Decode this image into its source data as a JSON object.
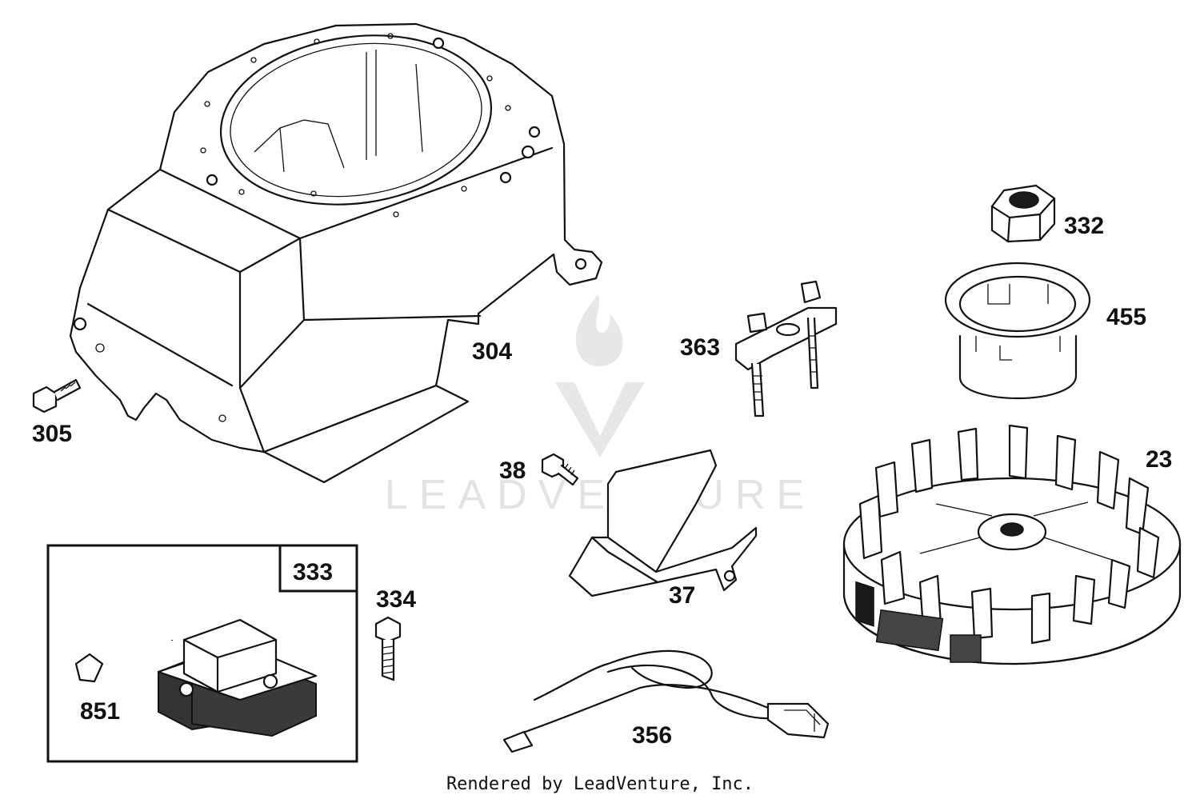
{
  "diagram": {
    "parts": [
      {
        "id": "p304",
        "label": "304"
      },
      {
        "id": "p305",
        "label": "305"
      },
      {
        "id": "p332",
        "label": "332"
      },
      {
        "id": "p455",
        "label": "455"
      },
      {
        "id": "p363",
        "label": "363"
      },
      {
        "id": "p38",
        "label": "38"
      },
      {
        "id": "p23",
        "label": "23"
      },
      {
        "id": "p37",
        "label": "37"
      },
      {
        "id": "p333",
        "label": "333"
      },
      {
        "id": "p334",
        "label": "334"
      },
      {
        "id": "p851",
        "label": "851"
      },
      {
        "id": "p356",
        "label": "356"
      }
    ],
    "watermark": "LEADVENTURE",
    "footer": "Rendered by LeadVenture, Inc."
  },
  "colors": {
    "line": "#111111",
    "watermark": "#e3e3e3",
    "background": "#ffffff"
  }
}
